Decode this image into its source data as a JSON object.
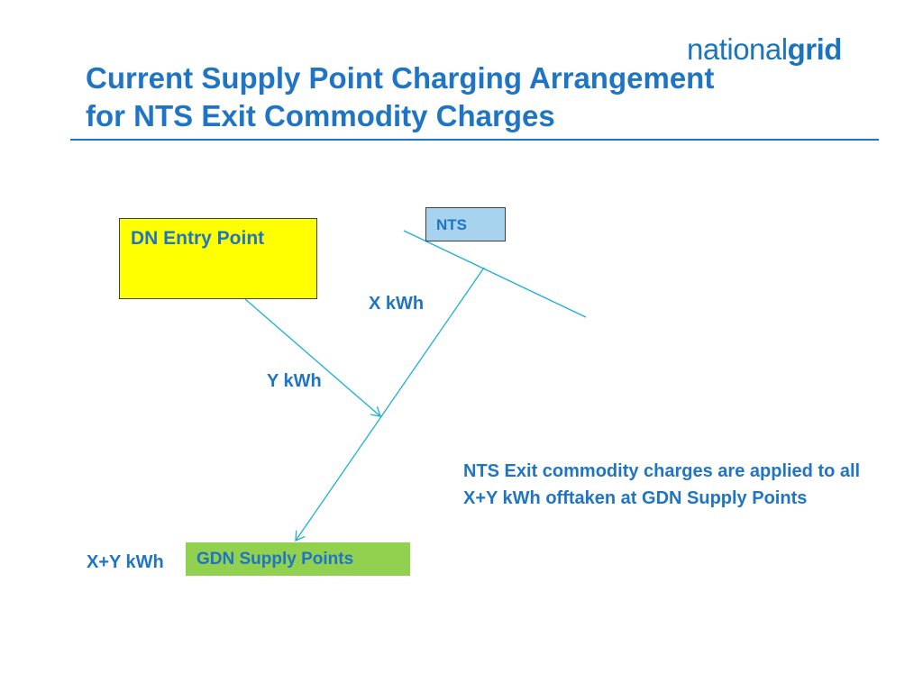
{
  "header": {
    "logo_part1": "national",
    "logo_part2": "grid",
    "title_line1": "Current Supply Point Charging Arrangement",
    "title_line2": "for NTS Exit Commodity Charges"
  },
  "diagram": {
    "dn_entry_point": "DN Entry Point",
    "nts": "NTS",
    "gdn_supply_points": "GDN Supply Points",
    "x_label": "X kWh",
    "y_label": "Y kWh",
    "xy_label": "X+Y kWh",
    "note": "NTS Exit commodity charges are applied to all X+Y kWh offtaken at GDN Supply Points",
    "colors": {
      "text": "#1f75c4",
      "line": "#1ab0d6",
      "dn_fill": "#ffff00",
      "nts_fill": "#a7d3ef",
      "gdn_fill": "#92d050"
    }
  }
}
